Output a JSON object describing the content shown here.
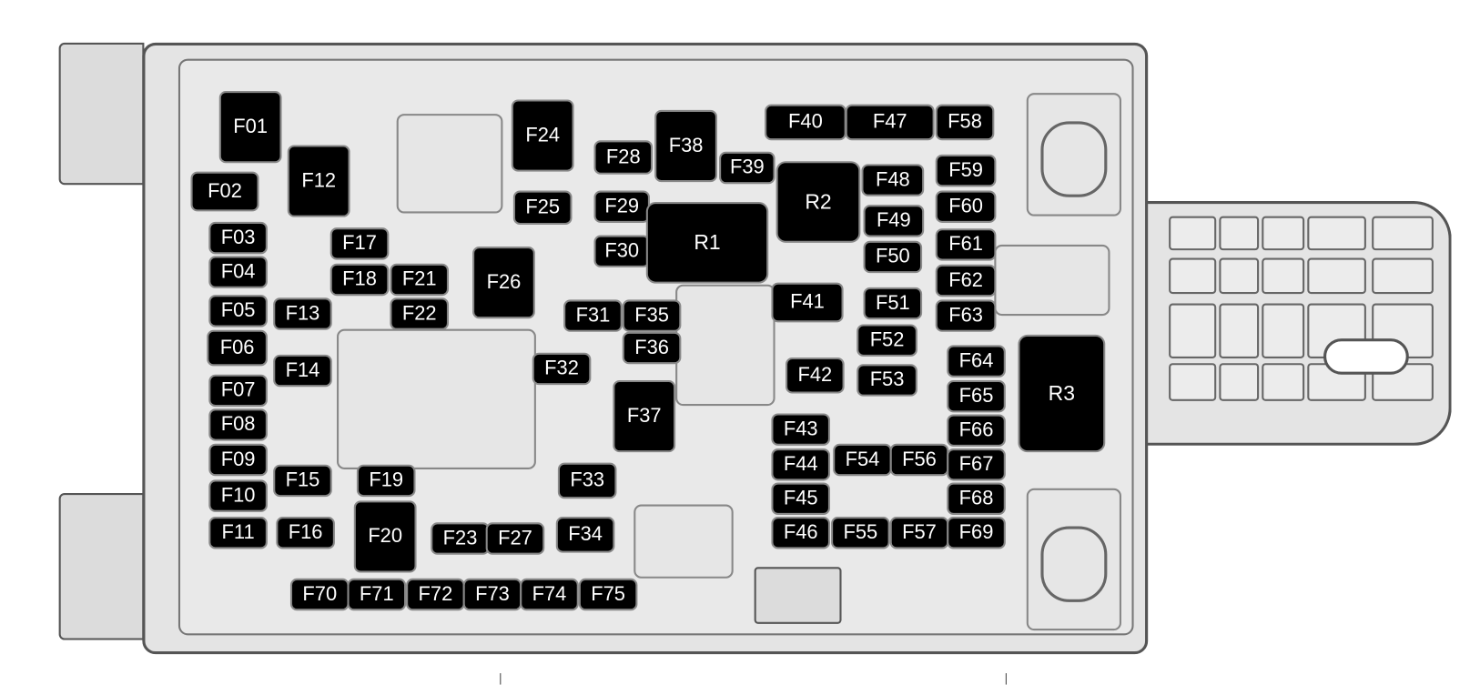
{
  "diagram_title": "",
  "fuses": [
    "F01",
    "F02",
    "F03",
    "F04",
    "F05",
    "F06",
    "F07",
    "F08",
    "F09",
    "F10",
    "F11",
    "F12",
    "F13",
    "F14",
    "F15",
    "F16",
    "F17",
    "F18",
    "F19",
    "F20",
    "F21",
    "F22",
    "F23",
    "F24",
    "F25",
    "F26",
    "F27",
    "F28",
    "F29",
    "F30",
    "F31",
    "F32",
    "F33",
    "F34",
    "F35",
    "F36",
    "F37",
    "F38",
    "F39",
    "F40",
    "F41",
    "F42",
    "F43",
    "F44",
    "F45",
    "F46",
    "F47",
    "F48",
    "F49",
    "F50",
    "F51",
    "F52",
    "F53",
    "F54",
    "F55",
    "F56",
    "F57",
    "F58",
    "F59",
    "F60",
    "F61",
    "F62",
    "F63",
    "F64",
    "F65",
    "F66",
    "F67",
    "F68",
    "F69",
    "F70",
    "F71",
    "F72",
    "F73",
    "F74",
    "F75"
  ],
  "relays": [
    "R1",
    "R2",
    "R3"
  ]
}
